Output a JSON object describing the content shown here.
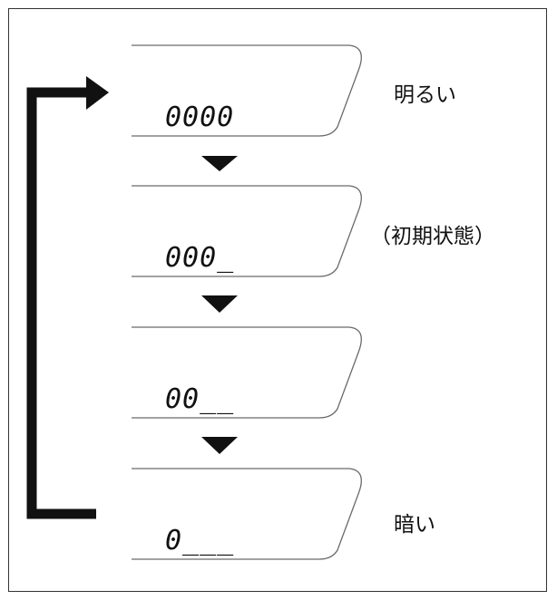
{
  "colors": {
    "ink": "#111111",
    "panel_outline": "#6a6a6a",
    "frame": "#333333",
    "background": "#ffffff"
  },
  "levels": [
    {
      "display": "0000",
      "label": "明るい"
    },
    {
      "display": "000_",
      "label": "（初期状態）"
    },
    {
      "display": "00__",
      "label": ""
    },
    {
      "display": "0___",
      "label": "暗い"
    }
  ],
  "icons": {
    "step_marker": "down-triangle-icon",
    "loop": "loop-back-arrow-icon"
  }
}
